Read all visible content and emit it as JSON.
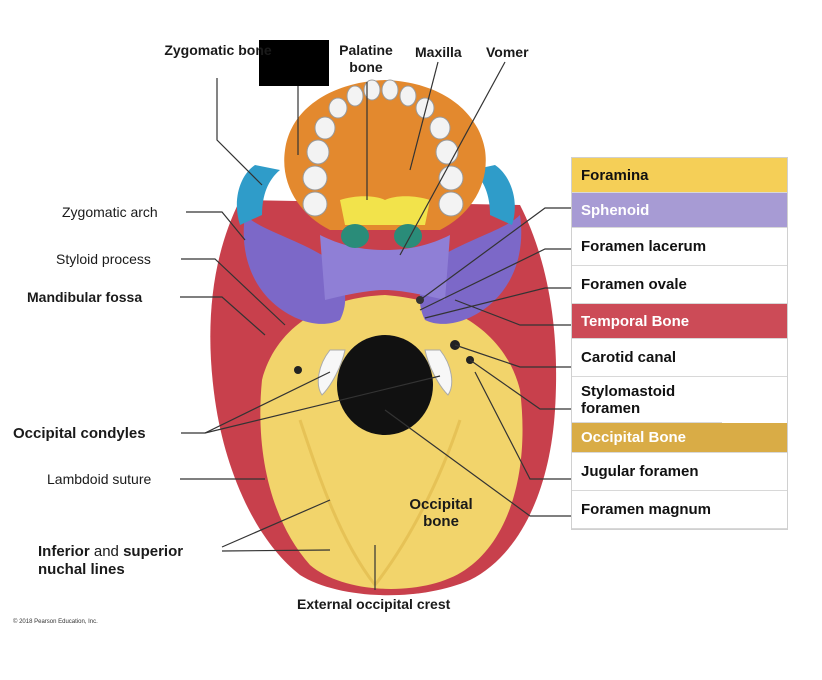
{
  "labels": {
    "zygomatic_bone": "Zygomatic bone",
    "palatine_bone": "Palatine bone",
    "maxilla": "Maxilla",
    "vomer": "Vomer",
    "zygomatic_arch": "Zygomatic arch",
    "styloid_process": "Styloid process",
    "mandibular_fossa": "Mandibular fossa",
    "occipital_condyles": "Occipital condyles",
    "lambdoid_suture": "Lambdoid suture",
    "nuchal_inferior": "Inferior",
    "nuchal_and": " and ",
    "nuchal_superior": "superior",
    "nuchal_lines": "nuchal lines",
    "occipital_bone": "Occipital bone",
    "external_occipital_crest": "External occipital crest"
  },
  "legend": {
    "foramina": "Foramina",
    "sphenoid": "Sphenoid",
    "foramen_lacerum": "Foramen lacerum",
    "foramen_ovale": "Foramen ovale",
    "temporal_bone": "Temporal Bone",
    "carotid_canal": "Carotid canal",
    "stylomastoid_foramen": "Stylomastoid foramen",
    "occipital_bone": "Occipital Bone",
    "jugular_foramen": "Jugular foramen",
    "foramen_magnum": "Foramen magnum"
  },
  "copyright": "© 2018 Pearson Education, Inc.",
  "colors": {
    "foramina": "#f5cf57",
    "sphenoid": "#a79bd4",
    "temporal": "#cc4b57",
    "occipital": "#d9ac46",
    "maxilla": "#e08a2e",
    "zygomatic": "#3aa0c8",
    "palatine": "#f0e04a",
    "vomer_green": "#2e8f7a"
  }
}
